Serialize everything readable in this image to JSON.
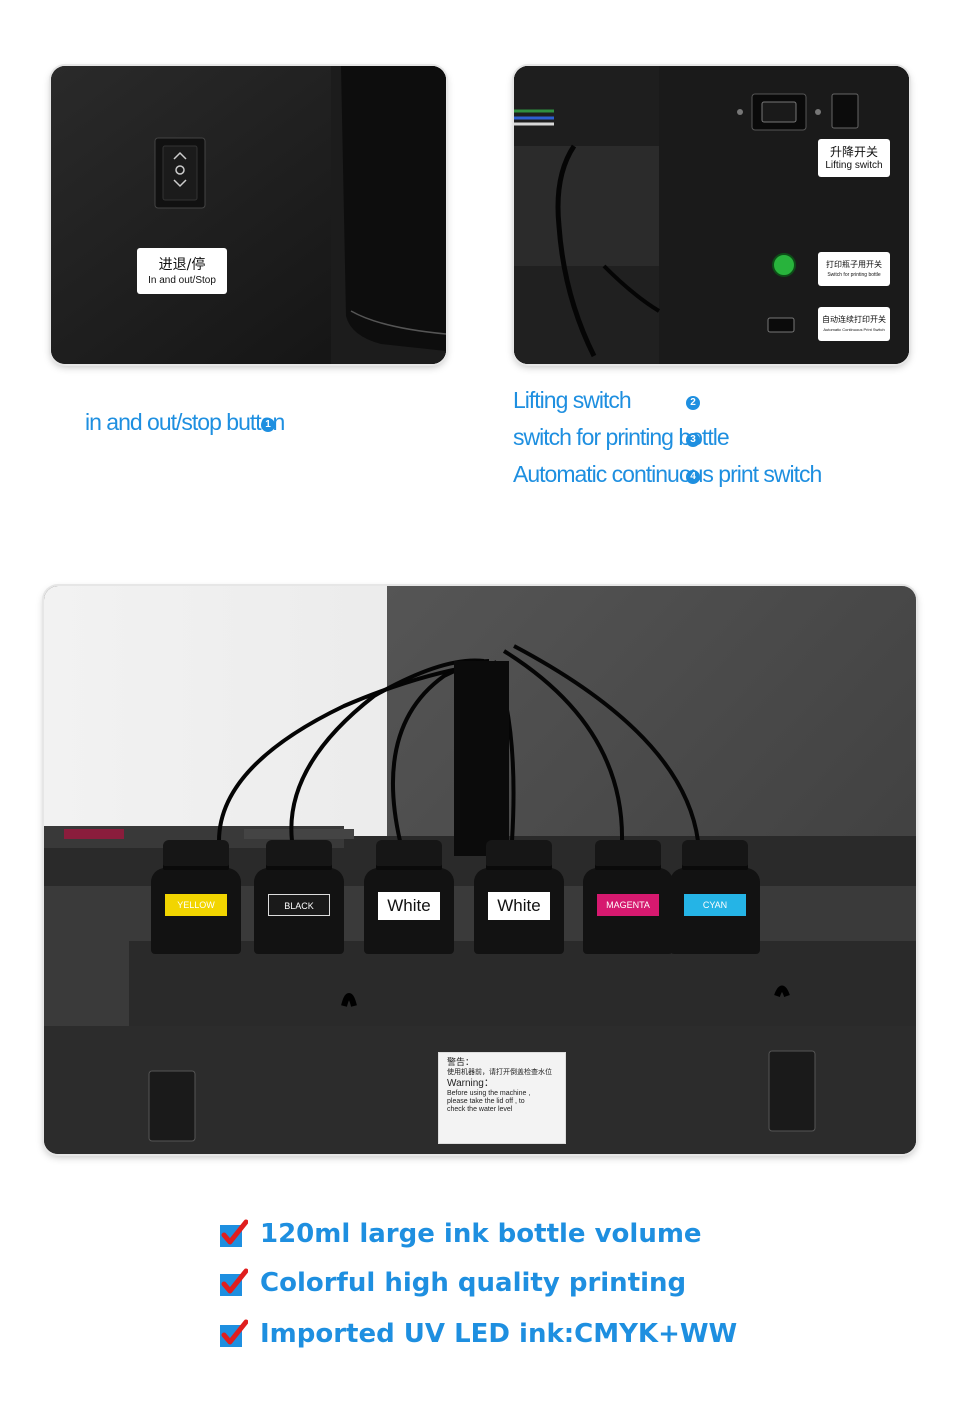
{
  "top_left_photo": {
    "label_cn": "进退/停",
    "label_en": "In and out/Stop"
  },
  "top_right_photo": {
    "label1_cn": "升降开关",
    "label1_en": "Lifting switch",
    "label2_cn": "打印瓶子用开关",
    "label2_en": "Switch for printing bottle",
    "label3_cn": "自动连续打印开关",
    "label3_en": "Automatic Continuous Print Switch"
  },
  "captions": {
    "left": "in and out/stop button",
    "right_1": "Lifting switch",
    "right_2": "switch for printing bottle",
    "right_3": "Automatic continuous print switch",
    "badge_left": "1",
    "badge_right_1": "2",
    "badge_right_2": "3",
    "badge_right_3": "4"
  },
  "bottles_photo": {
    "bottles": [
      {
        "label": "YELLOW",
        "color": "#f2d500"
      },
      {
        "label": "BLACK",
        "color": "#1a1a1a"
      },
      {
        "label": "White",
        "color": "#ffffff"
      },
      {
        "label": "White",
        "color": "#ffffff"
      },
      {
        "label": "MAGENTA",
        "color": "#d6196f"
      },
      {
        "label": "CYAN",
        "color": "#25b4e6"
      }
    ],
    "warning_cn_title": "警告：",
    "warning_cn_body": "使用机器前，请打开倒盖检查水位",
    "warning_en_title": "Warning：",
    "warning_en_line1": "Before using the machine ,",
    "warning_en_line2": "please take the lid off , to",
    "warning_en_line3": "check the water level"
  },
  "features": [
    "120ml large ink bottle volume",
    "Colorful high quality printing",
    "Imported UV LED ink:CMYK+WW"
  ],
  "colors": {
    "accent": "#1e8fe0",
    "check_red": "#e01e1e"
  }
}
